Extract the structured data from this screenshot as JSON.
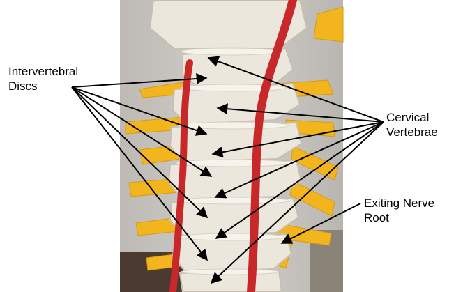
{
  "labels": {
    "discs": "Intervertebral\nDiscs",
    "cervical": "Cervical\nVertebrae",
    "nerve": "Exiting Nerve\nRoot"
  },
  "colors": {
    "bone": "#ece7dc",
    "bone_shadow": "#c8bfb0",
    "artery": "#c8282a",
    "nerve": "#f2b51d",
    "wall": "#bfbcb8",
    "floor": "#4a3a30",
    "arrow": "#000000"
  }
}
